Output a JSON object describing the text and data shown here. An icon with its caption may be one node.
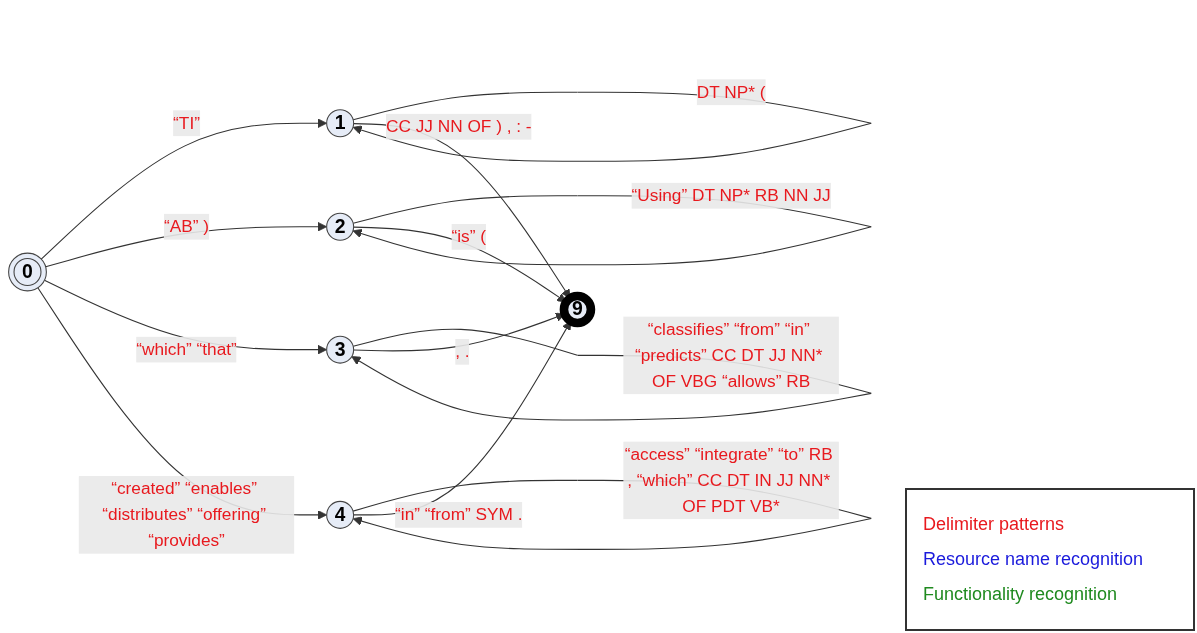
{
  "diagram": {
    "nodes": [
      {
        "text": [
          "0"
        ]
      },
      {
        "text": [
          "1"
        ]
      },
      {
        "text": [
          "2"
        ]
      },
      {
        "text": [
          "3"
        ]
      },
      {
        "text": [
          "4"
        ]
      },
      {
        "text": [
          "9"
        ]
      }
    ],
    "edges": [
      {
        "from": 0,
        "to": 1,
        "arrow": "to",
        "label": "“TI”"
      },
      {
        "from": 1,
        "to": 1,
        "arrow": "to",
        "label": "DT NP* ("
      },
      {
        "from": 0,
        "to": 2,
        "arrow": "to",
        "label": "“AB” )"
      },
      {
        "from": 2,
        "to": 2,
        "arrow": "to",
        "label": "“Using” DT NP* RB NN JJ"
      },
      {
        "from": 0,
        "to": 3,
        "arrow": "to",
        "label": "“which” “that”"
      },
      {
        "from": 3,
        "to": 3,
        "arrow": "to",
        "label": "“classifies” “from” “in” “predicts” CC DT JJ NN* OF VBG “allows” RB"
      },
      {
        "from": 0,
        "to": 4,
        "arrow": "to",
        "label": "“created” “enables” “distributes” “offering” “provides”"
      },
      {
        "from": 4,
        "to": 4,
        "arrow": "to",
        "label": "“access” “integrate” “to” RB , “which” CC DT IN JJ NN* OF PDT VB*"
      },
      {
        "from": 1,
        "to": 5,
        "arrow": "to",
        "label": "CC JJ NN OF ) , : -"
      },
      {
        "from": 2,
        "to": 5,
        "arrow": "to",
        "label": "“is” ("
      },
      {
        "from": 3,
        "to": 5,
        "arrow": "to",
        "label": ", ."
      },
      {
        "from": 4,
        "to": 5,
        "arrow": "to",
        "label": "“in” “from” SYM ."
      }
    ],
    "legend": [
      {
        "text": "Delimiter patterns",
        "color": "#e8191e"
      },
      {
        "text": "Resource name recognition",
        "color": "#1a1adc"
      },
      {
        "text": "Functionality recognition",
        "color": "#1f8a1f"
      }
    ]
  }
}
